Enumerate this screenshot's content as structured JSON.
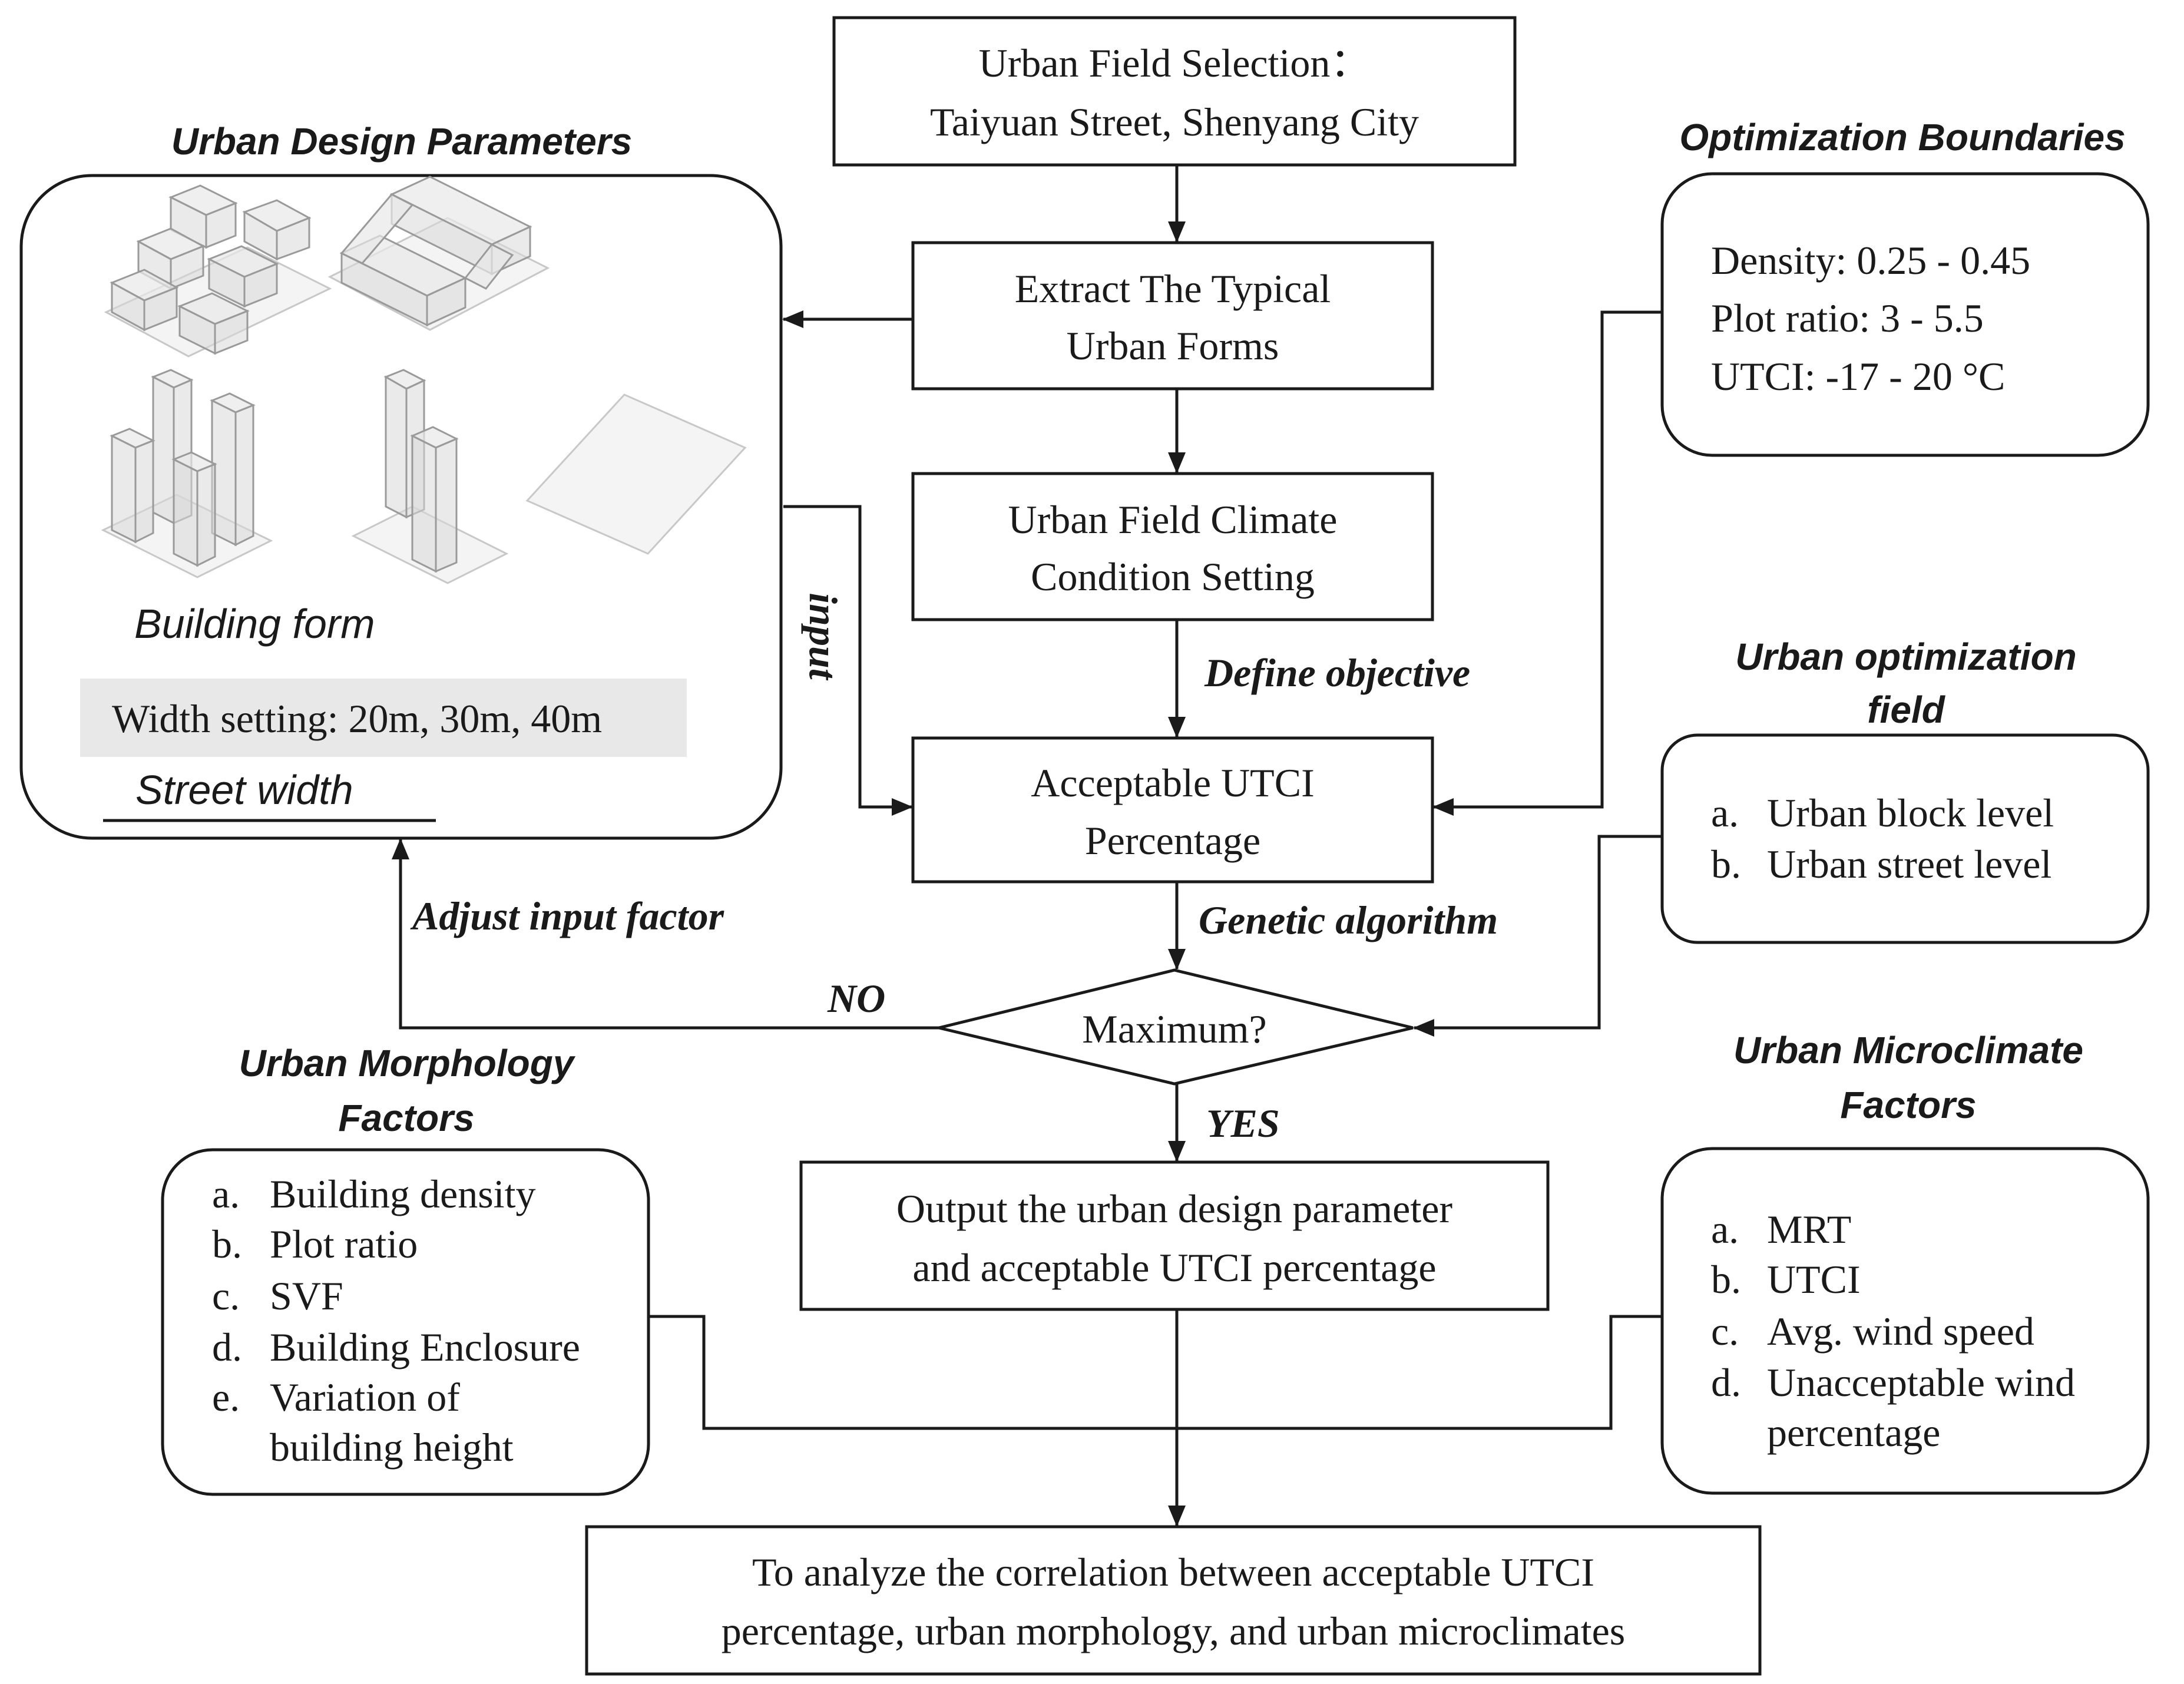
{
  "nodes": {
    "field_selection": [
      "Urban Field Selection：",
      "Taiyuan Street, Shenyang City"
    ],
    "extract_forms": [
      "Extract The Typical",
      "Urban Forms"
    ],
    "climate_setting": [
      "Urban Field Climate",
      "Condition Setting"
    ],
    "acceptable_utci": [
      "Acceptable UTCI",
      "Percentage"
    ],
    "decision": "Maximum?",
    "output": [
      "Output the urban design parameter",
      "and acceptable UTCI percentage"
    ],
    "analyze": [
      "To analyze the correlation between acceptable UTCI",
      "percentage, urban morphology, and urban microclimates"
    ]
  },
  "edge_labels": {
    "define_objective": "Define objective",
    "genetic_algorithm": "Genetic algorithm",
    "no": "NO",
    "yes": "YES",
    "adjust_input_factor": "Adjust input factor",
    "input": "input"
  },
  "design_parameters": {
    "title": "Urban Design Parameters",
    "building_form_label": "Building form",
    "width_setting": "Width setting: 20m, 30m, 40m",
    "street_width_label": "Street width"
  },
  "optimization_boundaries": {
    "title": "Optimization Boundaries",
    "items": [
      "Density: 0.25 - 0.45",
      "Plot ratio: 3 - 5.5",
      "UTCI:  -17 - 20 °C"
    ]
  },
  "optimization_field": {
    "title": [
      "Urban optimization",
      "field"
    ],
    "items": [
      {
        "marker": "a.",
        "text": "Urban block level"
      },
      {
        "marker": "b.",
        "text": "Urban street level"
      }
    ]
  },
  "morphology_factors": {
    "title": [
      "Urban Morphology",
      "Factors"
    ],
    "items": [
      {
        "marker": "a.",
        "lines": [
          "Building density"
        ]
      },
      {
        "marker": "b.",
        "lines": [
          "Plot ratio"
        ]
      },
      {
        "marker": "c.",
        "lines": [
          "SVF"
        ]
      },
      {
        "marker": "d.",
        "lines": [
          "Building Enclosure"
        ]
      },
      {
        "marker": "e.",
        "lines": [
          "Variation of",
          "building height"
        ]
      }
    ]
  },
  "microclimate_factors": {
    "title": [
      "Urban Microclimate",
      "Factors"
    ],
    "items": [
      {
        "marker": "a.",
        "lines": [
          "MRT"
        ]
      },
      {
        "marker": "b.",
        "lines": [
          "UTCI"
        ]
      },
      {
        "marker": "c.",
        "lines": [
          "Avg. wind speed"
        ]
      },
      {
        "marker": "d.",
        "lines": [
          "Unacceptable wind",
          "percentage"
        ]
      }
    ]
  }
}
